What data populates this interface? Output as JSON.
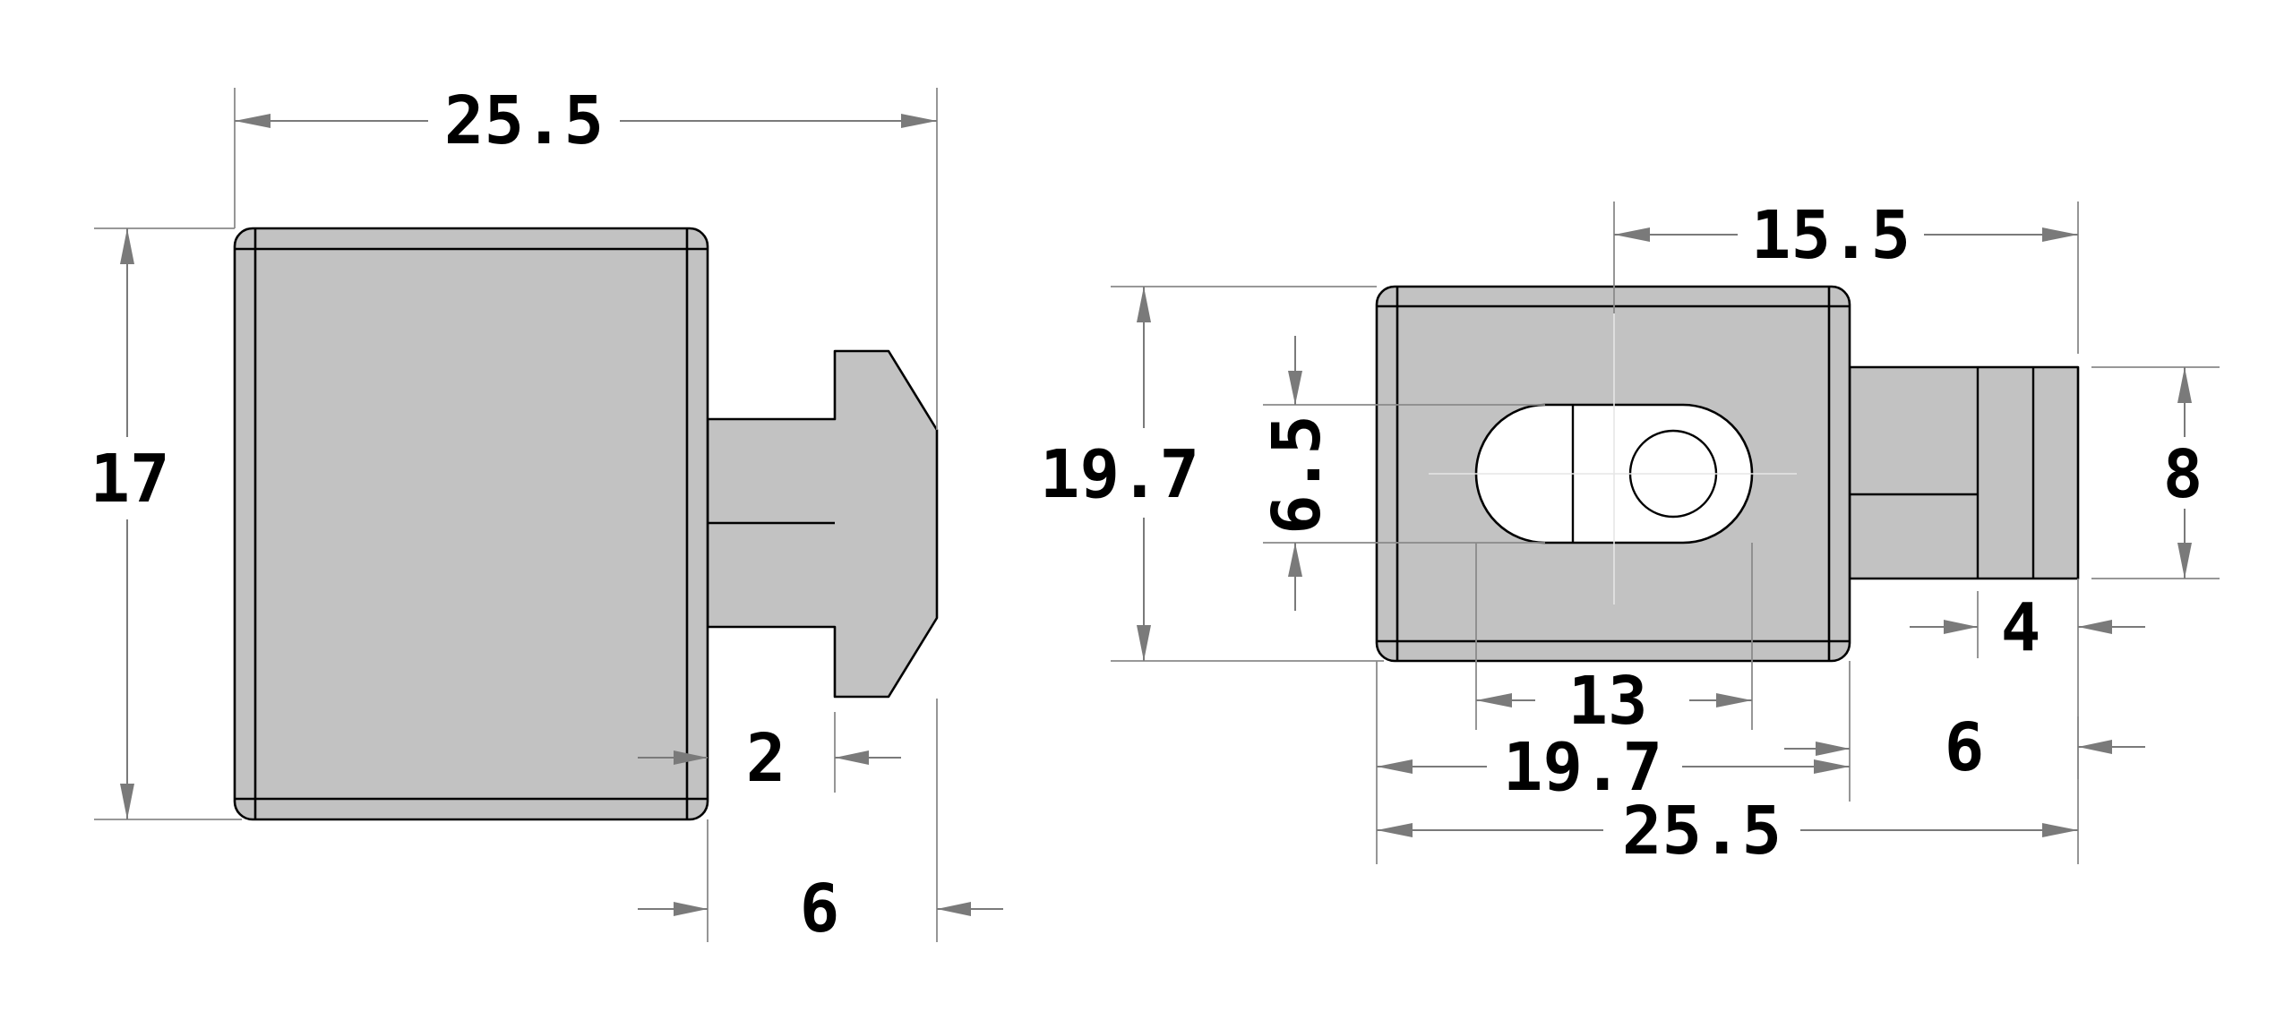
{
  "colors": {
    "part_fill": "#c2c2c2",
    "outline": "#000000",
    "dimension": "#7a7a7a",
    "background": "#ffffff"
  },
  "side_view": {
    "overall_width": "25.5",
    "height": "17",
    "step_width": "2",
    "peg_length": "6"
  },
  "top_view": {
    "hole_offset": "15.5",
    "height": "19.7",
    "slot_height": "6.5",
    "slot_length": "13",
    "body_width": "19.7",
    "overall_width": "25.5",
    "peg_height": "8",
    "peg_tip": "4",
    "peg_length": "6"
  }
}
